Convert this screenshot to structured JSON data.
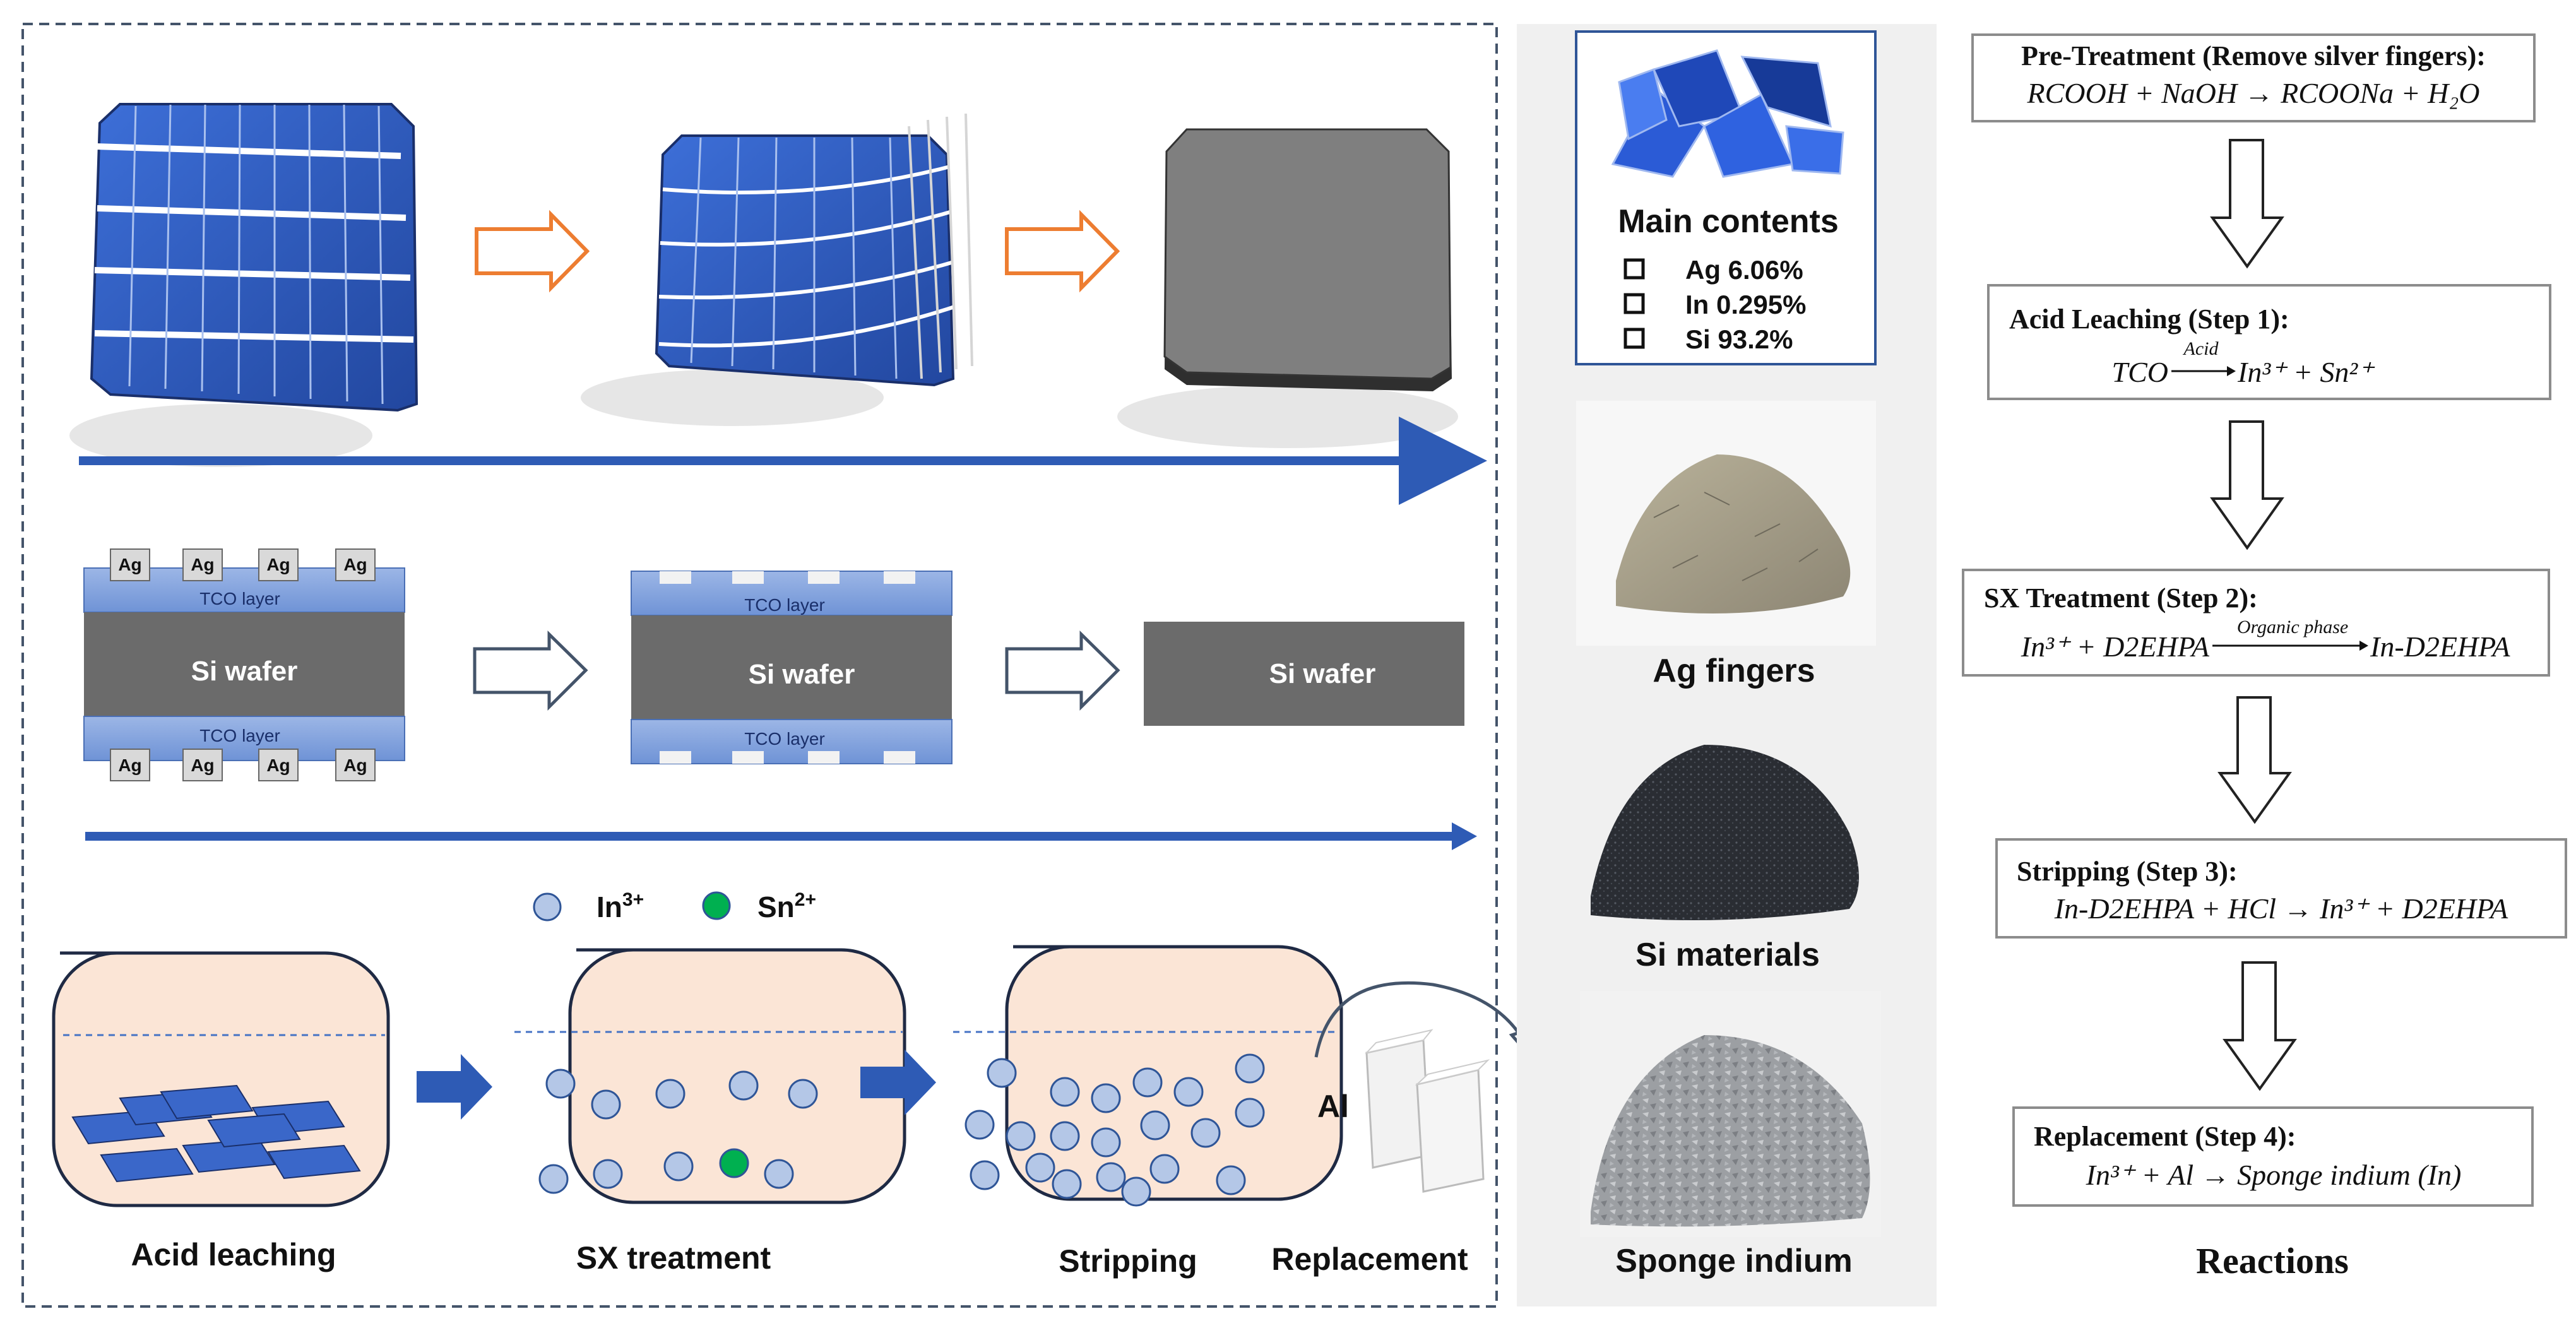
{
  "flow": {
    "ag_label": "Ag",
    "tco_label": "TCO layer",
    "si_wafer_label": "Si wafer",
    "legend": {
      "in_prefix": "In",
      "in_charge": "3+",
      "sn_prefix": "Sn",
      "sn_charge": "2+"
    },
    "al_label": "Al",
    "steps": [
      "Acid leaching",
      "SX treatment",
      "Stripping",
      "Replacement"
    ]
  },
  "materials": {
    "main_contents_title": "Main contents",
    "contents": [
      "Ag 6.06%",
      "In 0.295%",
      "Si  93.2%"
    ],
    "photo_labels": [
      "Ag fingers",
      "Si materials",
      "Sponge indium"
    ]
  },
  "reactions": {
    "title": "Reactions",
    "boxes": [
      {
        "heading": "Pre-Treatment (Remove silver fingers):",
        "equation": "RCOOH + NaOH → RCOONa + H₂O"
      },
      {
        "heading": "Acid Leaching (Step 1):",
        "over": "Acid",
        "lhs": "TCO",
        "rhs": "In³⁺ + Sn²⁺"
      },
      {
        "heading": "SX Treatment (Step 2):",
        "over": "Organic phase",
        "lhs": "In³⁺ + D2EHPA",
        "rhs": "In-D2EHPA"
      },
      {
        "heading": "Stripping (Step 3):",
        "equation": "In-D2EHPA + HCl → In³⁺ +  D2EHPA"
      },
      {
        "heading": "Replacement (Step 4):",
        "equation": "In³⁺ + Al → Sponge indium (In)"
      }
    ]
  },
  "colors": {
    "cell_blue": "#2f55b8",
    "arrow_blue": "#2e5bb5",
    "orange": "#ed7d31",
    "in_ion": "#b4c7e7",
    "sn_ion": "#00b050",
    "tank": "#fbe5d6"
  }
}
